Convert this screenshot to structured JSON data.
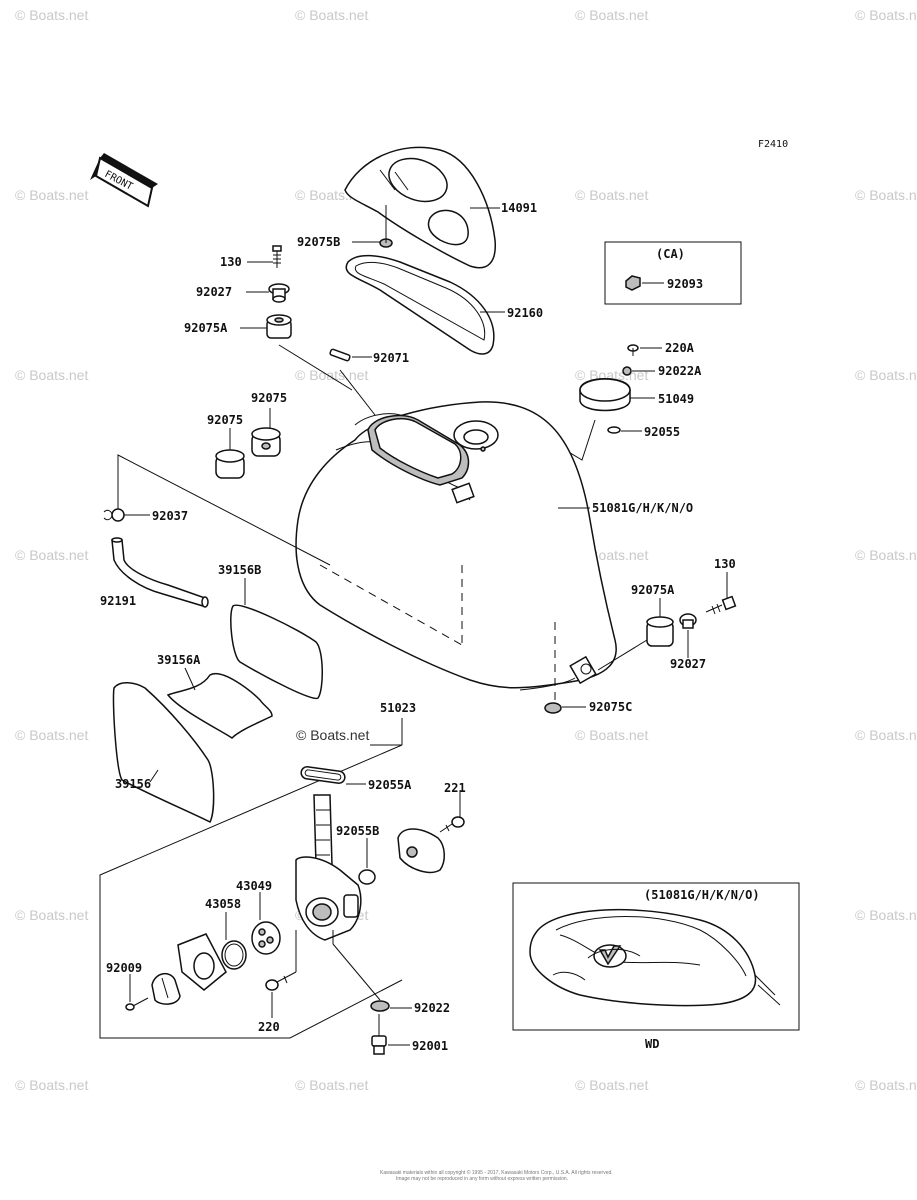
{
  "figure_code": "F2410",
  "watermark": "© Boats.net",
  "front_arrow": "FRONT",
  "callouts": {
    "c14091": "14091",
    "c92075B": "92075B",
    "c130_top": "130",
    "c92027_top": "92027",
    "c92075A_top": "92075A",
    "c92160": "92160",
    "c92071": "92071",
    "ca_label": "(CA)",
    "c92093": "92093",
    "c220A": "220A",
    "c92022A": "92022A",
    "c51049": "51049",
    "c92055": "92055",
    "c92075_1": "92075",
    "c92075_2": "92075",
    "c92037": "92037",
    "c51081": "51081G/H/K/N/O",
    "c92191": "92191",
    "c39156B": "39156B",
    "c39156A": "39156A",
    "c39156": "39156",
    "c130_right": "130",
    "c92075A_right": "92075A",
    "c92027_right": "92027",
    "c92075C": "92075C",
    "c51023": "51023",
    "c92055A": "92055A",
    "c221": "221",
    "c92055B": "92055B",
    "c43049": "43049",
    "c43058": "43058",
    "c92009": "92009",
    "c220": "220",
    "c92022": "92022",
    "c92001": "92001",
    "inset_label": "(51081G/H/K/N/O)",
    "inset_caption": "WD"
  },
  "footer_line1": "Kawasaki materials within all copyright © 1995 - 2017, Kawasaki Motors Corp., U.S.A. All rights reserved.",
  "footer_line2": "Image may not be reproduced in any form without express written permission.",
  "colors": {
    "ink": "#111111",
    "watermark": "#c9c9c9",
    "paper": "#ffffff"
  }
}
